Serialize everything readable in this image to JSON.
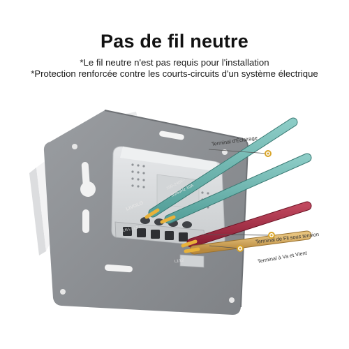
{
  "title": "Pas de fil neutre",
  "notes": [
    "*Le fil neutre n'est pas requis pour l'installation",
    "*Protection renforcée contre les courts-circuits d'un système électrique"
  ],
  "labels": {
    "lighting": "Terminal d'Éclairage",
    "live": "Terminal de Fil sous tension",
    "two_way": "Terminal à Va et Vient"
  },
  "module_markings": {
    "spec_1": "100-240V~",
    "spec_2": "50/60Hz 10A",
    "brand": "LIVOLO",
    "terminals": "LN  L1  L2  L",
    "bottom": "L1/L2"
  },
  "colors": {
    "wire_teal": "#6fb6b0",
    "wire_red": "#a82d44",
    "wire_gold": "#d2a65a",
    "copper": "#e8b23a",
    "plate": "#8f9296",
    "module": "#d9dcde"
  },
  "icons": [
    "switch-module",
    "mounting-plate",
    "wire",
    "callout-dot"
  ]
}
